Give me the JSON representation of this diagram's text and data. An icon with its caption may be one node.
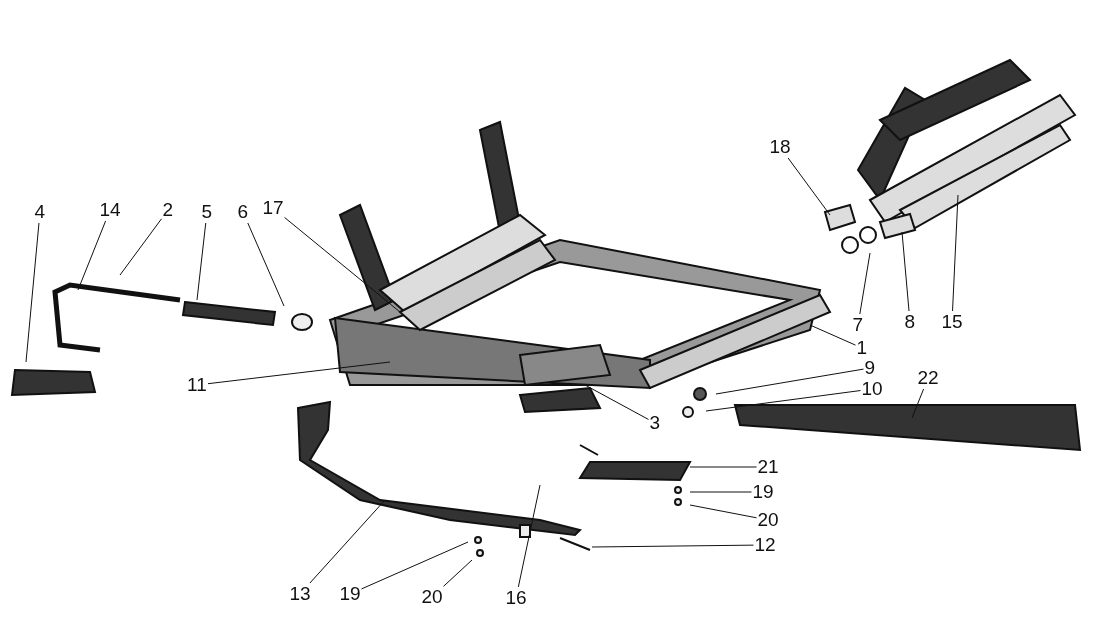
{
  "diagram": {
    "nodes": [
      {
        "text": [
          "18"
        ]
      },
      {
        "text": [
          "4"
        ]
      },
      {
        "text": [
          "14"
        ]
      },
      {
        "text": [
          "2"
        ]
      },
      {
        "text": [
          "5"
        ]
      },
      {
        "text": [
          "6"
        ]
      },
      {
        "text": [
          "17"
        ]
      },
      {
        "text": [
          "7"
        ]
      },
      {
        "text": [
          "8"
        ]
      },
      {
        "text": [
          "15"
        ]
      },
      {
        "text": [
          "1"
        ]
      },
      {
        "text": [
          "11"
        ]
      },
      {
        "text": [
          "9"
        ]
      },
      {
        "text": [
          "22"
        ]
      },
      {
        "text": [
          "10"
        ]
      },
      {
        "text": [
          "3"
        ]
      },
      {
        "text": [
          "21"
        ]
      },
      {
        "text": [
          "19"
        ]
      },
      {
        "text": [
          "20"
        ]
      },
      {
        "text": [
          "12"
        ]
      },
      {
        "text": [
          "13"
        ]
      },
      {
        "text": [
          "19"
        ]
      },
      {
        "text": [
          "20"
        ]
      },
      {
        "text": [
          "16"
        ]
      }
    ],
    "edges": [
      {
        "from": 0,
        "to": null,
        "arrow": "none"
      },
      {
        "from": 1,
        "to": null,
        "arrow": "none"
      },
      {
        "from": 2,
        "to": null,
        "arrow": "none"
      },
      {
        "from": 3,
        "to": null,
        "arrow": "none"
      },
      {
        "from": 4,
        "to": null,
        "arrow": "none"
      },
      {
        "from": 5,
        "to": null,
        "arrow": "none"
      },
      {
        "from": 6,
        "to": null,
        "arrow": "none"
      },
      {
        "from": 7,
        "to": null,
        "arrow": "none"
      },
      {
        "from": 8,
        "to": null,
        "arrow": "none"
      },
      {
        "from": 9,
        "to": null,
        "arrow": "none"
      },
      {
        "from": 10,
        "to": null,
        "arrow": "none"
      },
      {
        "from": 11,
        "to": null,
        "arrow": "none"
      },
      {
        "from": 12,
        "to": null,
        "arrow": "none"
      },
      {
        "from": 13,
        "to": null,
        "arrow": "none"
      },
      {
        "from": 14,
        "to": null,
        "arrow": "none"
      },
      {
        "from": 15,
        "to": null,
        "arrow": "none"
      },
      {
        "from": 16,
        "to": null,
        "arrow": "none"
      },
      {
        "from": 17,
        "to": null,
        "arrow": "none"
      },
      {
        "from": 18,
        "to": null,
        "arrow": "none"
      },
      {
        "from": 19,
        "to": null,
        "arrow": "none"
      },
      {
        "from": 20,
        "to": null,
        "arrow": "none"
      },
      {
        "from": 21,
        "to": null,
        "arrow": "none"
      },
      {
        "from": 22,
        "to": null,
        "arrow": "none"
      },
      {
        "from": 23,
        "to": null,
        "arrow": "none"
      }
    ]
  }
}
